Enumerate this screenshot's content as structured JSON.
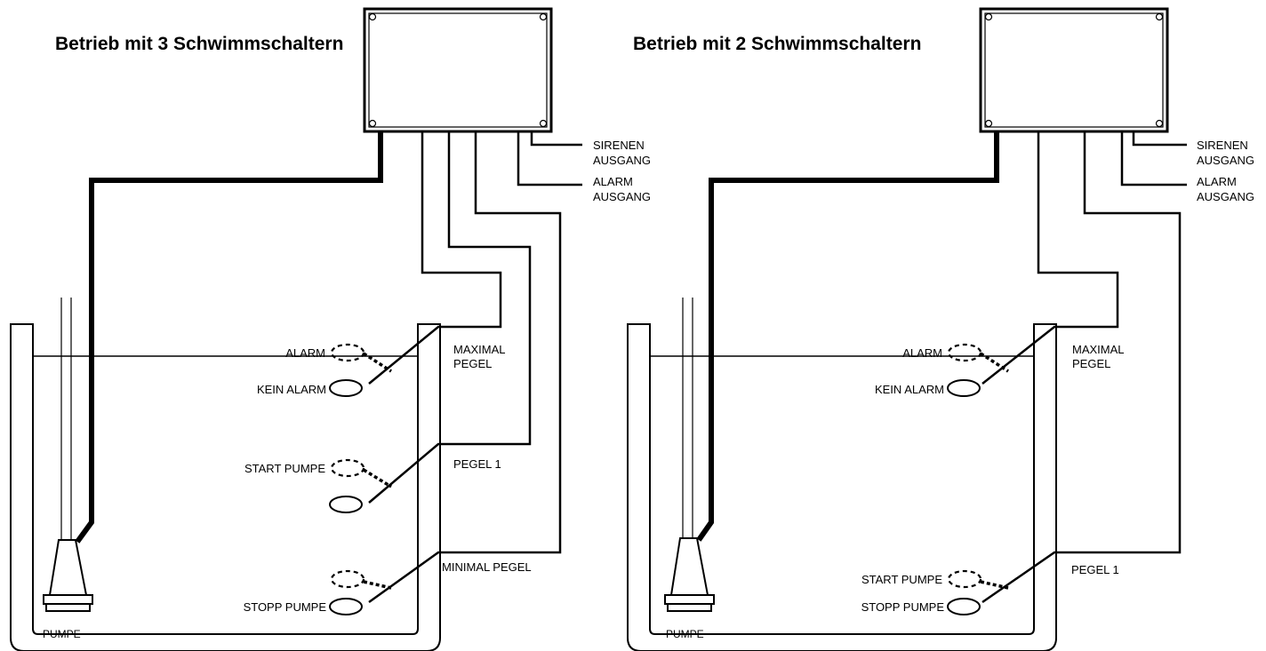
{
  "panels": [
    {
      "title": "Betrieb mit 3 Schwimmschaltern",
      "outputs": {
        "siren": [
          "SIRENEN",
          "AUSGANG"
        ],
        "alarm": [
          "ALARM",
          "AUSGANG"
        ]
      },
      "pump_label": "PUMPE",
      "switches": [
        {
          "upper_label": "ALARM",
          "lower_label": "KEIN ALARM",
          "level_label": [
            "MAXIMAL",
            "PEGEL"
          ]
        },
        {
          "upper_label": "START PUMPE",
          "lower_label": "",
          "level_label": [
            "PEGEL 1"
          ]
        },
        {
          "upper_label": "",
          "lower_label": "STOPP PUMPE",
          "level_label": [
            "MINIMAL PEGEL"
          ]
        }
      ]
    },
    {
      "title": "Betrieb mit 2 Schwimmschaltern",
      "outputs": {
        "siren": [
          "SIRENEN",
          "AUSGANG"
        ],
        "alarm": [
          "ALARM",
          "AUSGANG"
        ]
      },
      "pump_label": "PUMPE",
      "switches": [
        {
          "upper_label": "ALARM",
          "lower_label": "KEIN ALARM",
          "level_label": [
            "MAXIMAL",
            "PEGEL"
          ]
        },
        {
          "upper_label": "START PUMPE",
          "lower_label": "STOPP PUMPE",
          "level_label": [
            "PEGEL 1"
          ]
        }
      ]
    }
  ]
}
